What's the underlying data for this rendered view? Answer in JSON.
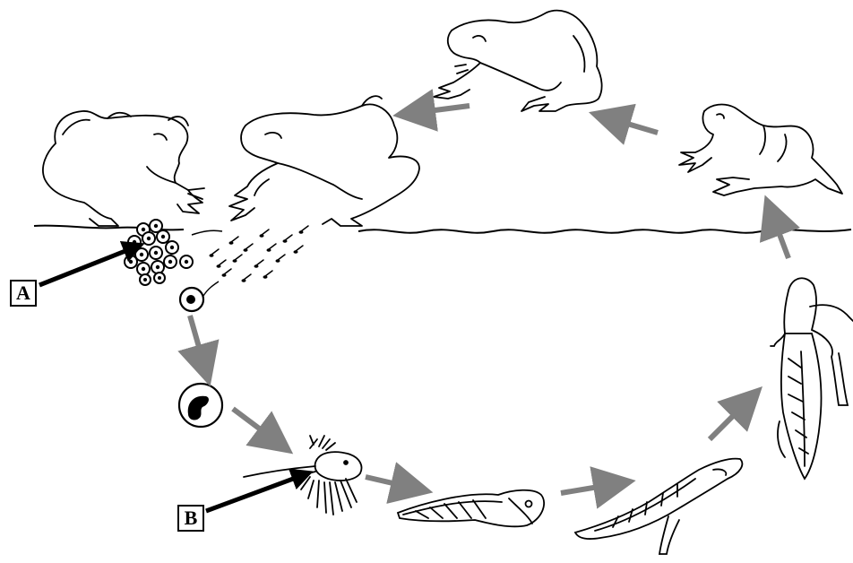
{
  "labels": {
    "a": "A",
    "b": "B"
  },
  "stages": [
    "adult-frogs-spawning",
    "egg-mass",
    "fertilized-egg",
    "embryo",
    "hatchling-with-external-gills",
    "tadpole",
    "tadpole-with-hind-legs",
    "tadpole-with-four-legs",
    "froglet",
    "adult-frog"
  ],
  "colors": {
    "ink": "#000000",
    "arrow": "#808080",
    "background": "#ffffff"
  }
}
